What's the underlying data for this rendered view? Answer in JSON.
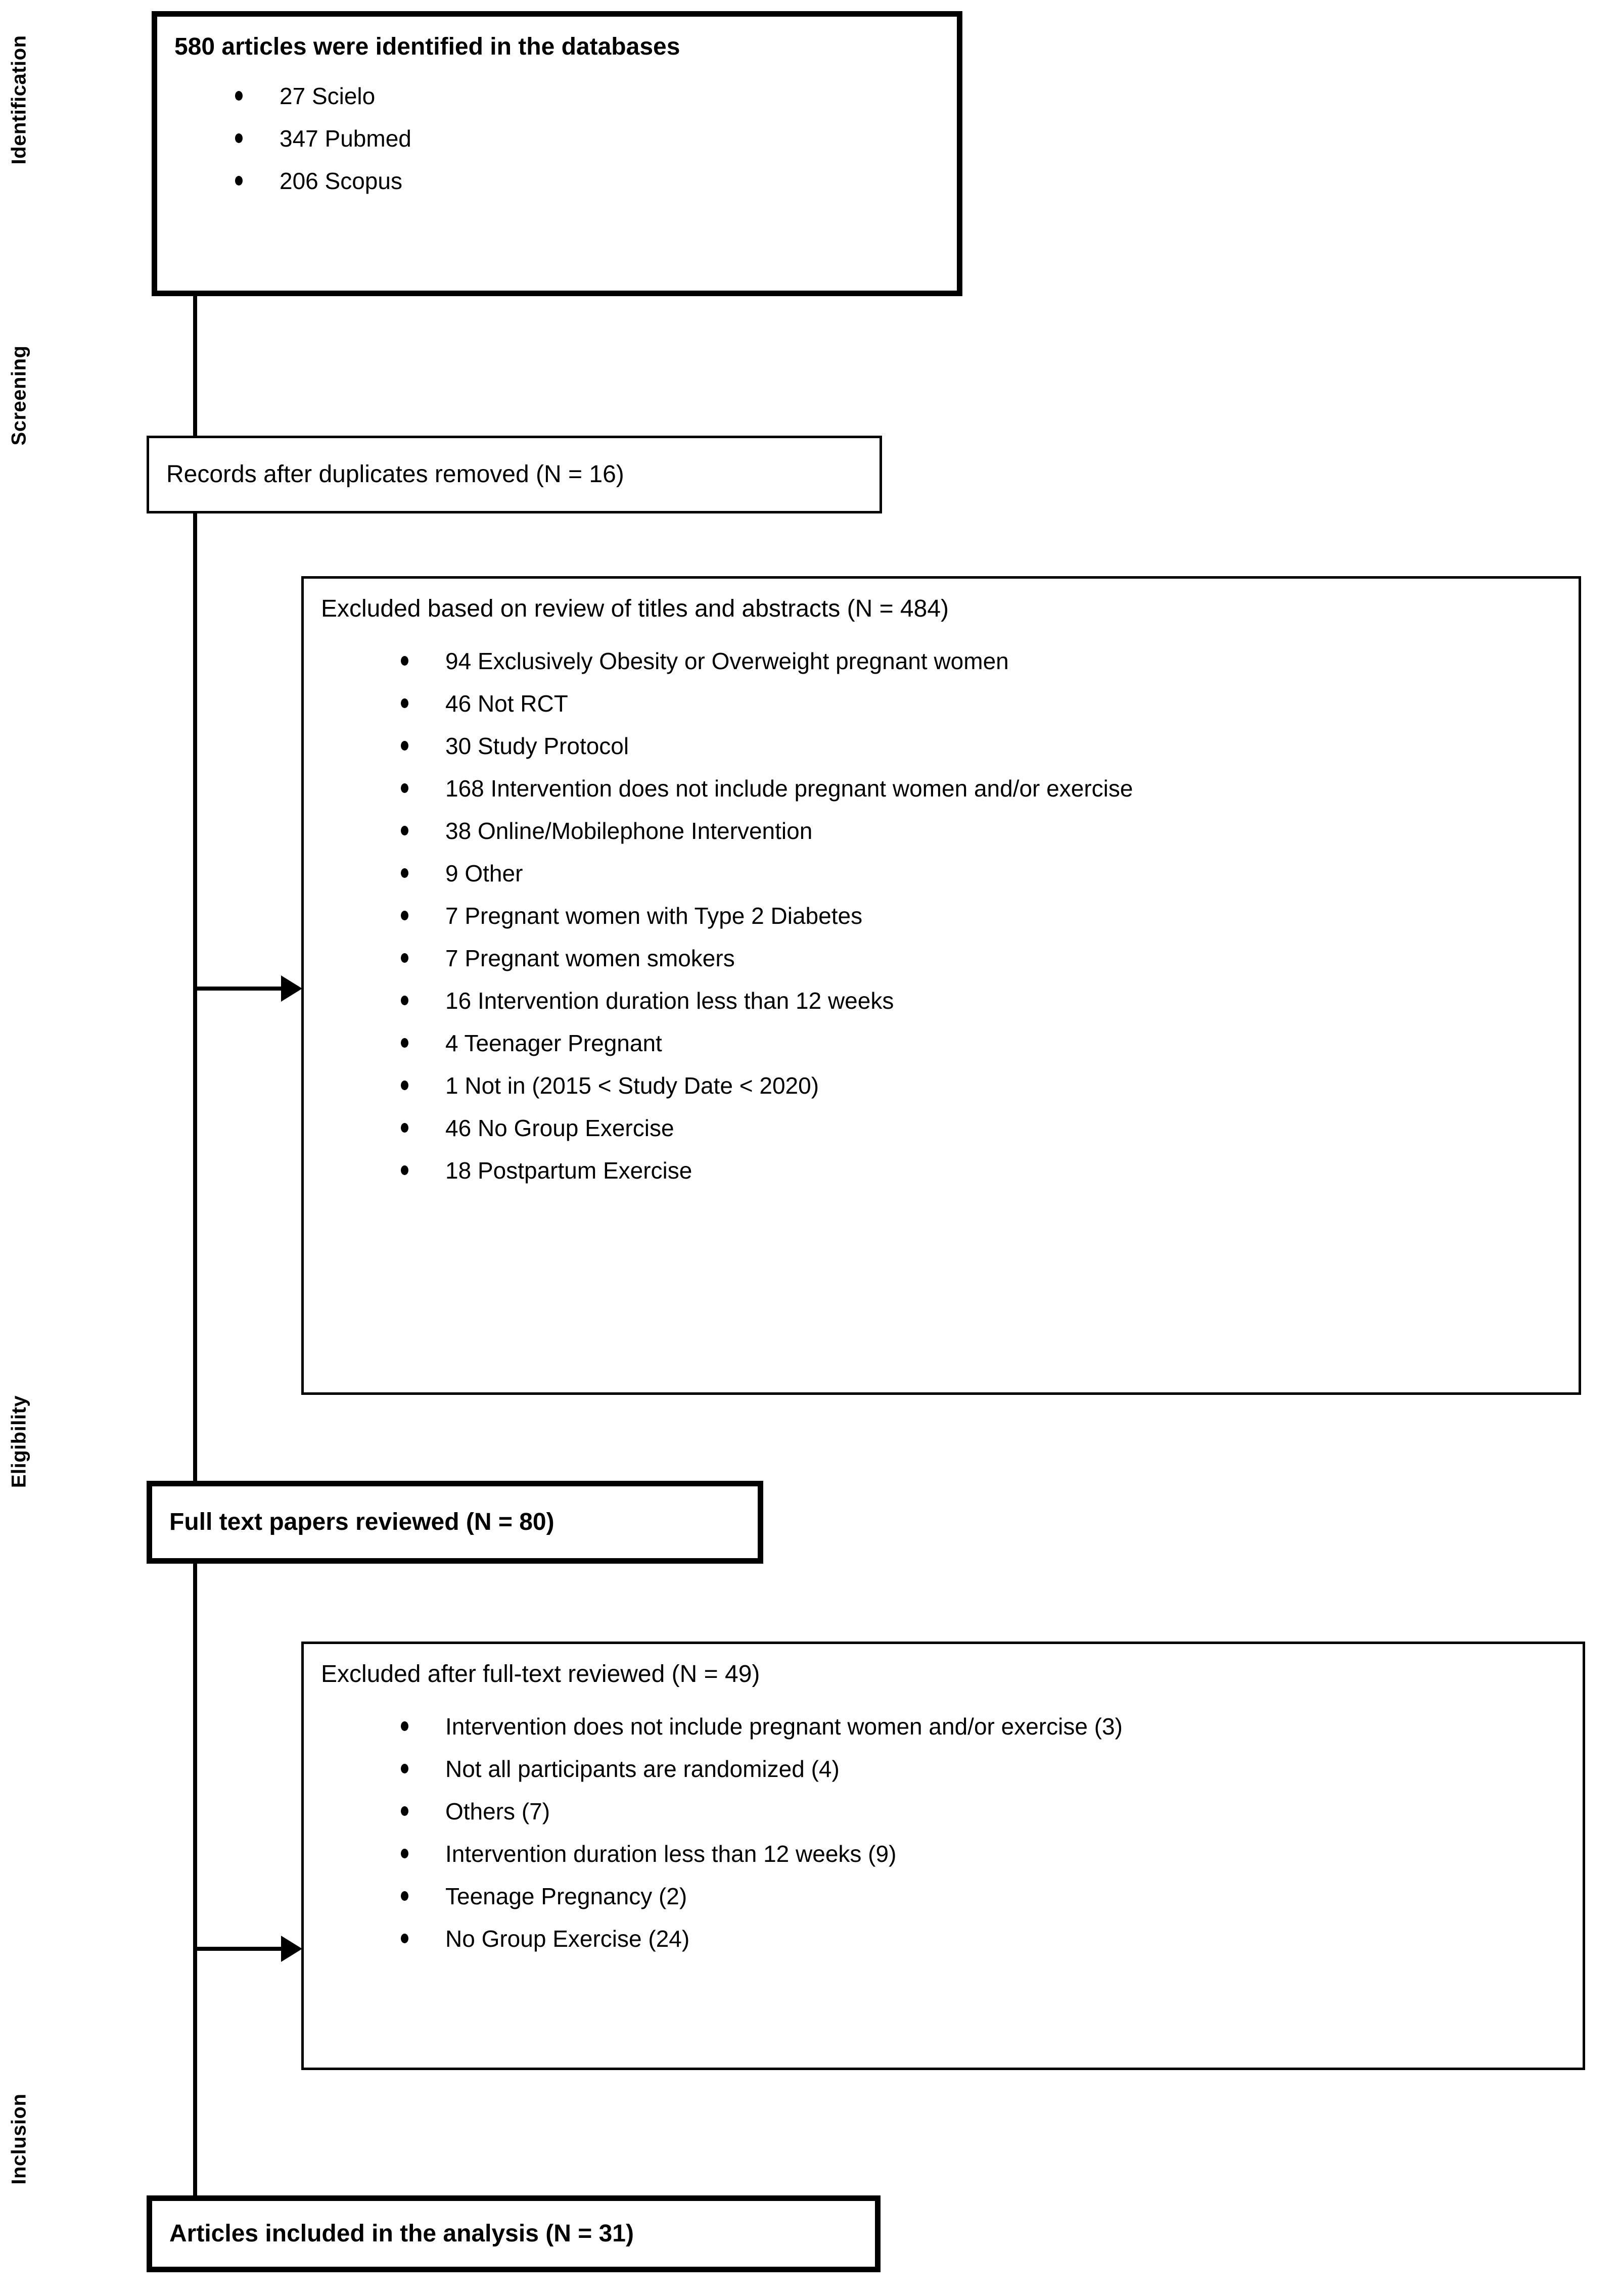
{
  "figure": {
    "type": "prisma-flow-diagram",
    "stages": [
      {
        "id": "identification",
        "label": "Identification"
      },
      {
        "id": "screening",
        "label": "Screening"
      },
      {
        "id": "eligibility",
        "label": "Eligibility"
      },
      {
        "id": "inclusion",
        "label": "Inclusion"
      }
    ],
    "boxes": {
      "identified": {
        "title": "580 articles were identified in the databases",
        "bold": true,
        "items": [
          "27 Scielo",
          "347 Pubmed",
          "206 Scopus"
        ]
      },
      "duplicates_removed": {
        "title": "Records after duplicates removed (N = 16)",
        "bold": false,
        "items": []
      },
      "excluded_titles_abstracts": {
        "title": "Excluded based on review of titles and abstracts (N = 484)",
        "bold": false,
        "items": [
          "94 Exclusively Obesity or Overweight pregnant women",
          "46 Not RCT",
          "30 Study Protocol",
          "168 Intervention does not include pregnant women and/or exercise",
          "38 Online/Mobilephone Intervention",
          "9 Other",
          "7 Pregnant women with Type 2 Diabetes",
          "7 Pregnant women smokers",
          "16 Intervention duration less than 12 weeks",
          "4 Teenager Pregnant",
          "1 Not in (2015 < Study Date < 2020)",
          "46 No Group Exercise",
          "18 Postpartum Exercise"
        ]
      },
      "full_text_reviewed": {
        "title": "Full text papers reviewed (N = 80)",
        "bold": true,
        "items": []
      },
      "excluded_full_text": {
        "title": "Excluded after full-text reviewed (N = 49)",
        "bold": false,
        "items": [
          "Intervention does not include pregnant women and/or exercise (3)",
          "Not all participants are randomized (4)",
          "Others (7)",
          "Intervention duration less than 12 weeks (9)",
          "Teenage Pregnancy (2)",
          "No Group Exercise (24)"
        ]
      },
      "included": {
        "title": "Articles included in the analysis (N = 31)",
        "bold": true,
        "items": []
      }
    },
    "colors": {
      "line": "#000000",
      "box_fill": "#ffffff",
      "text": "#000000"
    }
  }
}
